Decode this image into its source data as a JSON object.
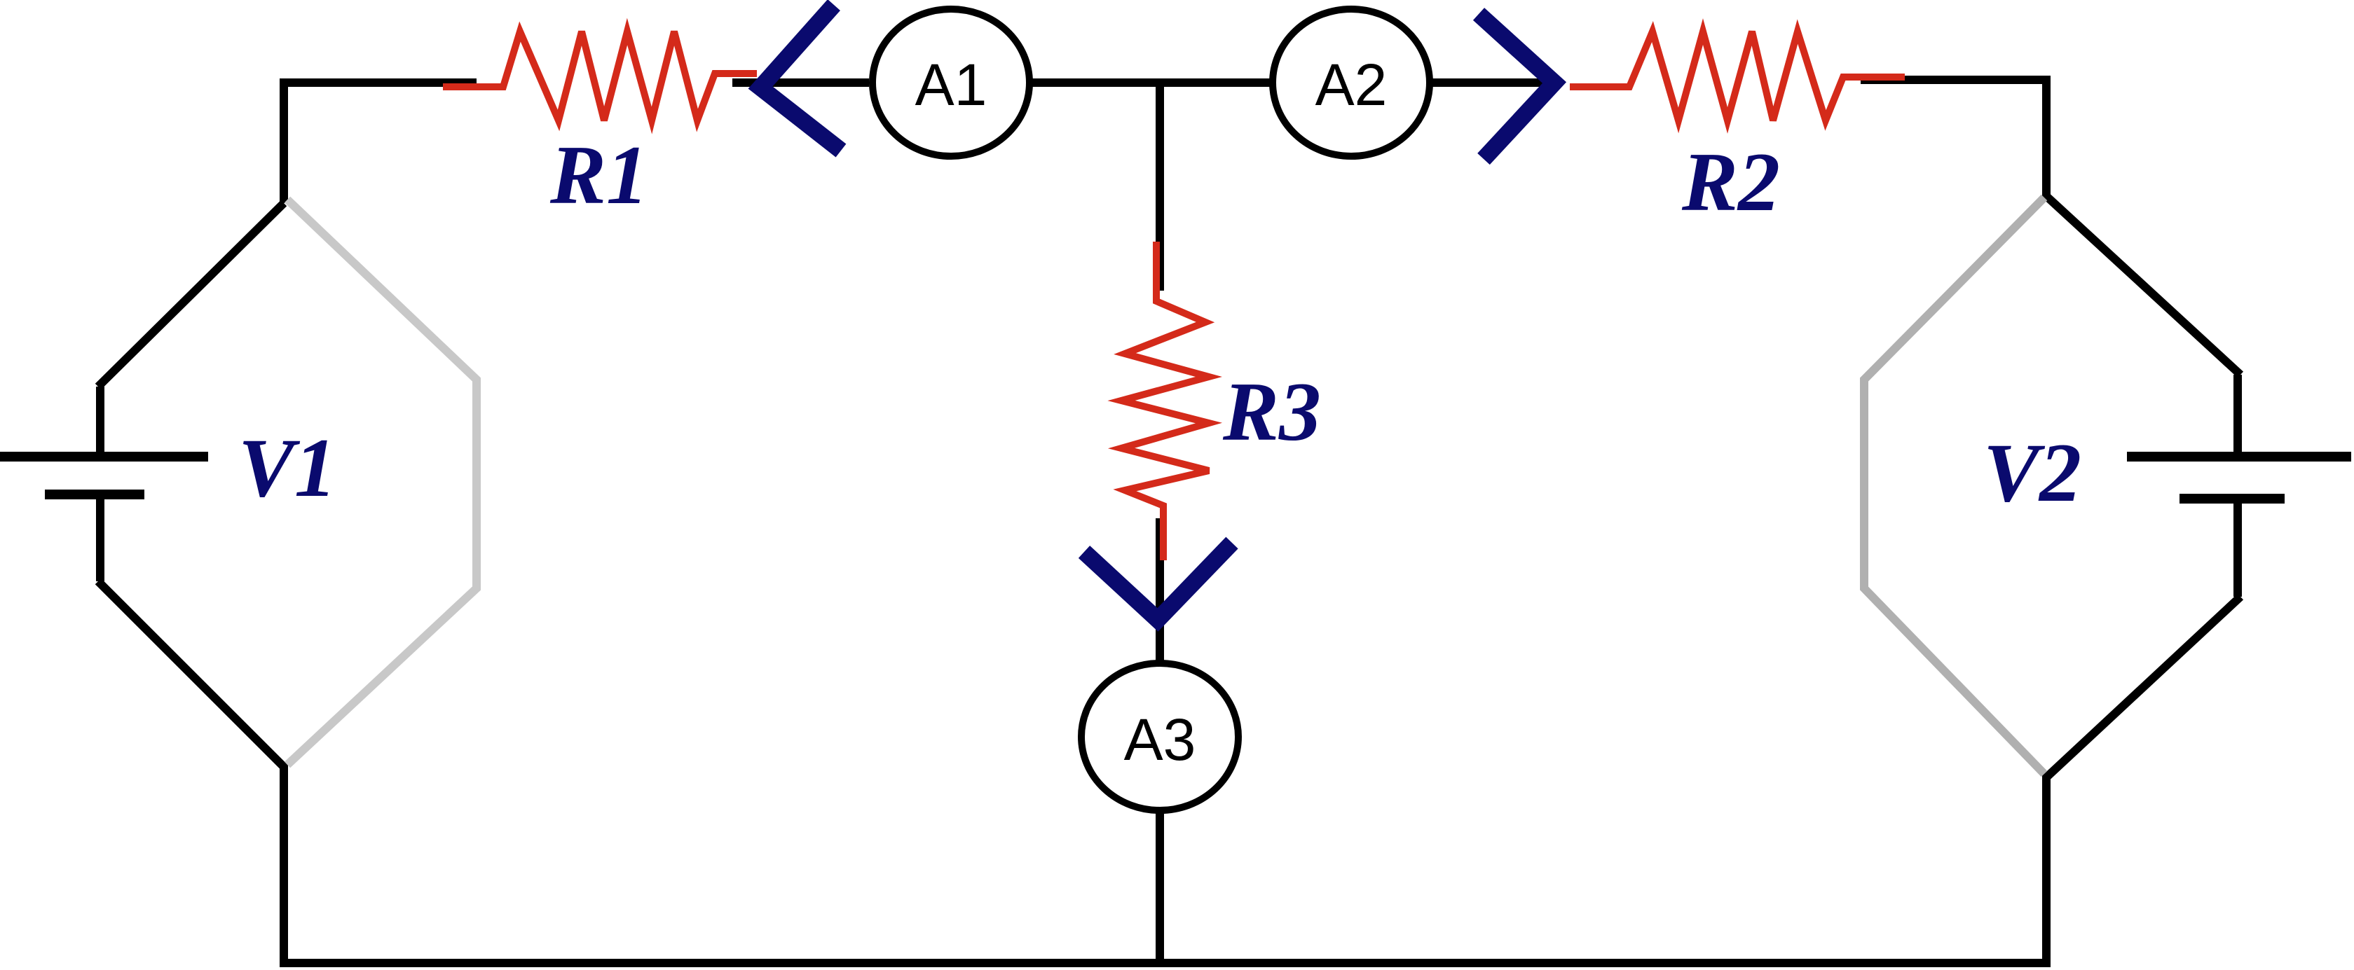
{
  "colors": {
    "wire": "#000000",
    "inactive_wire_v1": "#c8c8c8",
    "inactive_wire_v2": "#b0b0b0",
    "resistor": "#d42a1a",
    "switch_arrow": "#0a0a6e",
    "label": "#0a0a6e"
  },
  "resistors": {
    "r1": {
      "label": "R1"
    },
    "r2": {
      "label": "R2"
    },
    "r3": {
      "label": "R3"
    }
  },
  "ammeters": {
    "a1": {
      "label": "A1"
    },
    "a2": {
      "label": "A2"
    },
    "a3": {
      "label": "A3"
    }
  },
  "sources": {
    "v1": {
      "label": "V1"
    },
    "v2": {
      "label": "V2"
    }
  }
}
